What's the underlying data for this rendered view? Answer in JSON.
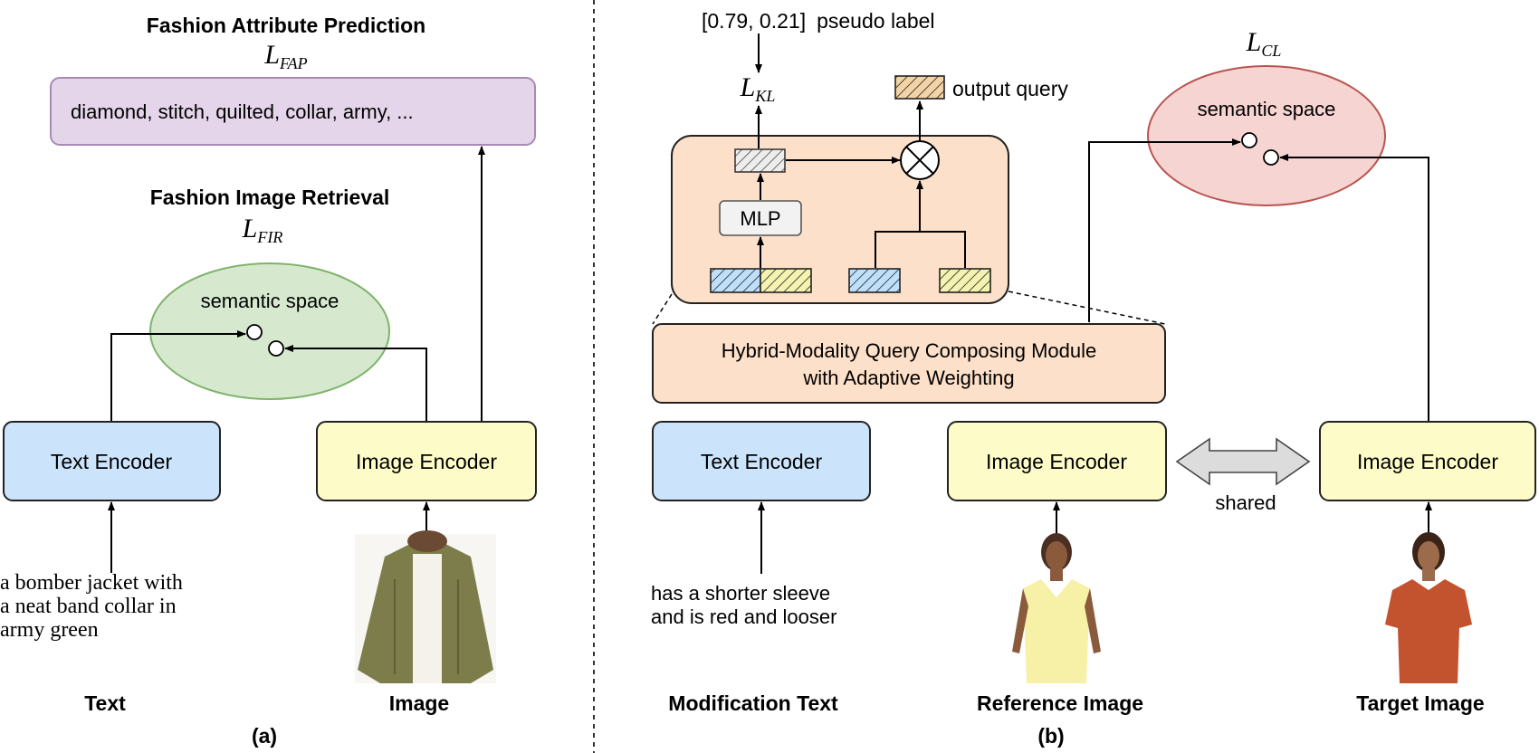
{
  "panel_a": {
    "fap_title": "Fashion Attribute Prediction",
    "fap_loss": "L",
    "fap_loss_sub": "FAP",
    "attributes_text": "diamond, stitch, quilted, collar, army, ...",
    "fir_title": "Fashion Image Retrieval",
    "fir_loss": "L",
    "fir_loss_sub": "FIR",
    "semantic_space_label": "semantic space",
    "text_encoder_label": "Text Encoder",
    "image_encoder_label": "Image Encoder",
    "input_text_lines": [
      "a bomber jacket with",
      "a neat band collar in",
      "army green"
    ],
    "text_caption": "Text",
    "image_caption": "Image",
    "panel_label": "(a)"
  },
  "panel_b": {
    "pseudo_label_values": "[0.79, 0.21]",
    "pseudo_label_text": "pseudo label",
    "kl_loss": "L",
    "kl_loss_sub": "KL",
    "output_query_label": "output query",
    "mlp_label": "MLP",
    "module_lines": [
      "Hybrid-Modality Query Composing Module",
      "with Adaptive Weighting"
    ],
    "cl_loss": "L",
    "cl_loss_sub": "CL",
    "semantic_space_label": "semantic space",
    "text_encoder_label": "Text Encoder",
    "ref_image_encoder_label": "Image Encoder",
    "target_image_encoder_label": "Image Encoder",
    "shared_label": "shared",
    "mod_text_lines": [
      "has a shorter sleeve",
      "and is red and looser"
    ],
    "mod_text_caption": "Modification Text",
    "ref_image_caption": "Reference Image",
    "target_image_caption": "Target Image",
    "panel_label": "(b)"
  },
  "colors": {
    "attr_box_fill": "#e5d5ea",
    "attr_box_stroke": "#a88ab5",
    "green_space_fill": "#d6e9cf",
    "green_space_stroke": "#7fb36a",
    "red_space_fill": "#f6d4d2",
    "red_space_stroke": "#b85450",
    "text_encoder_fill": "#cce4fb",
    "image_encoder_fill": "#fdfcc8",
    "module_fill": "#fde0c9",
    "hatch_blue": "#bfe0fb",
    "hatch_yellow": "#f5f3b0",
    "hatch_orange": "#f4d3a6"
  }
}
